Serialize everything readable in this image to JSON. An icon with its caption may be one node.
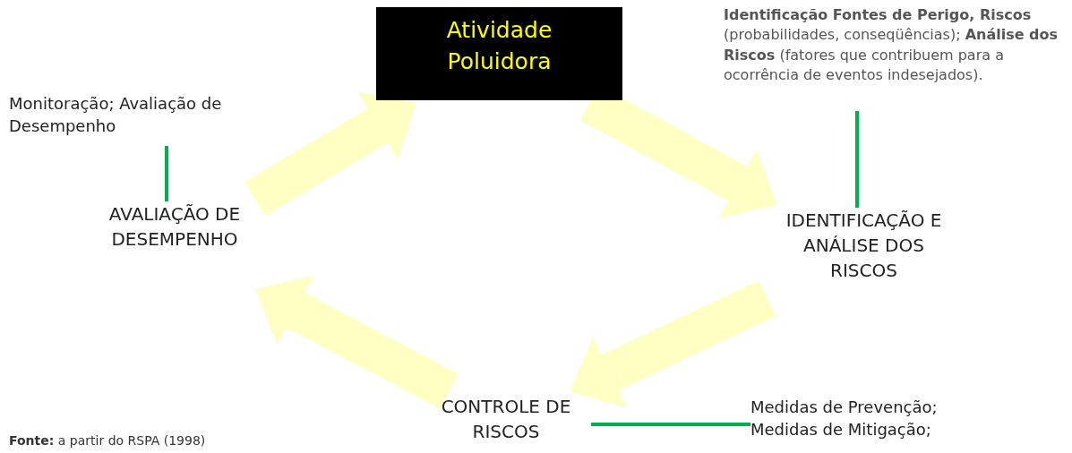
{
  "diagram": {
    "nodes": [
      {
        "text": [
          "Atividade Poluidora"
        ]
      },
      {
        "text": [
          "IDENTIFICAÇÃO E ANÁLISE DOS RISCOS"
        ]
      },
      {
        "text": [
          "CONTROLE DE RISCOS"
        ]
      },
      {
        "text": [
          "AVALIAÇÃO DE DESEMPENHO"
        ]
      },
      {
        "text": [
          "Monitoração; Avaliação de Desempenho"
        ]
      },
      {
        "text": [
          "**Identificação Fontes de Perigo, Riscos** (probabilidades, conseqüências); **Análise dos Riscos** (fatores que contribuem  para a ocorrência de eventos indesejados)."
        ]
      },
      {
        "text": [
          "Medidas de Prevenção; Medidas de Mitigação;"
        ]
      }
    ],
    "edges": [
      {
        "from": 0,
        "to": 1,
        "arrow": "to",
        "style": "thick"
      },
      {
        "from": 1,
        "to": 2,
        "arrow": "to",
        "style": "thick"
      },
      {
        "from": 2,
        "to": 3,
        "arrow": "to",
        "style": "thick"
      },
      {
        "from": 3,
        "to": 0,
        "arrow": "to",
        "style": "thick"
      },
      {
        "from": 4,
        "to": 3,
        "arrow": "none",
        "color": "#00b050"
      },
      {
        "from": 5,
        "to": 1,
        "arrow": "none",
        "color": "#00b050"
      },
      {
        "from": 2,
        "to": 6,
        "arrow": "none",
        "color": "#00b050"
      }
    ],
    "labels": [
      "**Fonte:** a partir do RSPA (1998)"
    ]
  }
}
